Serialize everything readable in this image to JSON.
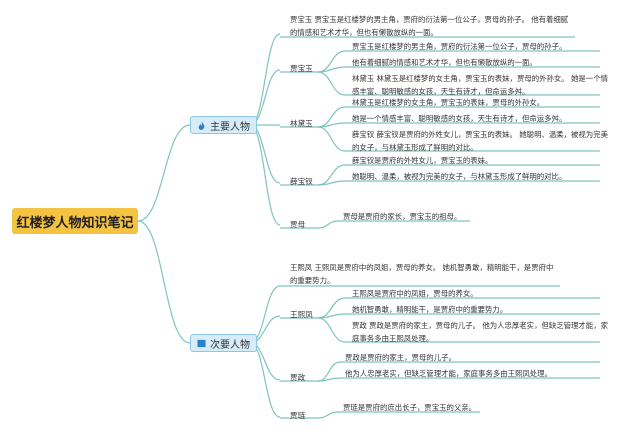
{
  "root": {
    "label": "红楼梦人物知识笔记"
  },
  "colors": {
    "line": "#7fc4bd",
    "root_bg": "#f5c342",
    "main_bg": "#d6ecf8",
    "main_border": "#8cc7e8",
    "icon": "#2f80c9"
  },
  "main_topics": [
    {
      "label": "主要人物",
      "icon": "fire-icon"
    },
    {
      "label": "次要人物",
      "icon": "flag-icon"
    }
  ],
  "characters": {
    "baoyu": {
      "name": "贾宝玉",
      "summary": "贾宝玉 贾宝玉是红楼梦的男主角，贾府的衍法第一位公子，贾母的孙子。 他有着细腻的情感和艺术才华，但也有懒散放纵的一面。",
      "details": [
        "贾宝玉是红楼梦的男主角，贾府的衍法第一位公子，贾母的孙子。",
        "他有着细腻的情感和艺术才华，但也有懒散放纵的一面。",
        "林黛玉 林黛玉是红楼梦的女主角，贾宝玉的表妹，贾母的外孙女。 她是一个情感丰富、聪明敏感的女孩，天生有诗才，但命运多舛。"
      ]
    },
    "daiyu": {
      "name": "林黛玉",
      "details": [
        "林黛玉是红楼梦的女主角，贾宝玉的表妹，贾母的外孙女。",
        "她是一个情感丰富、聪明敏感的女孩，天生有诗才，但命运多舛。",
        "薛宝钗 薛宝钗是贾府的外姓女儿，贾宝玉的表妹。 她聪明、温柔，被视为完美的女子，与林黛玉形成了鲜明的对比。"
      ]
    },
    "baochai": {
      "name": "薛宝钗",
      "details": [
        "薛宝钗是贾府的外姓女儿，贾宝玉的表妹。",
        "她聪明、温柔，被视为完美的女子，与林黛玉形成了鲜明的对比。"
      ]
    },
    "jiamu": {
      "name": "贾母",
      "details": [
        "贾母是贾府的家长，贾宝玉的祖母。"
      ]
    },
    "xifeng": {
      "name": "王熙凤",
      "summary": "王熙凤 王熙凤是贾府中的凤姐，贾母的养女。 她机智勇敢，精明能干，是贾府中的重要势力。",
      "details": [
        "王熙凤是贾府中的凤姐，贾母的养女。",
        "她机智勇敢，精明能干，是贾府中的重要势力。",
        "贾政 贾政是贾府的家主，贾母的儿子。 他为人忠厚老实，但缺乏管理才能，家庭事务多由王熙凤处理。"
      ]
    },
    "jiazheng": {
      "name": "贾政",
      "details": [
        "贾政是贾府的家主，贾母的儿子。",
        "他为人忠厚老实，但缺乏管理才能，家庭事务多由王熙凤处理。"
      ]
    },
    "jialian": {
      "name": "贾琏",
      "details": [
        "贾琏是贾府的庶出长子，贾宝玉的父亲。"
      ]
    }
  }
}
